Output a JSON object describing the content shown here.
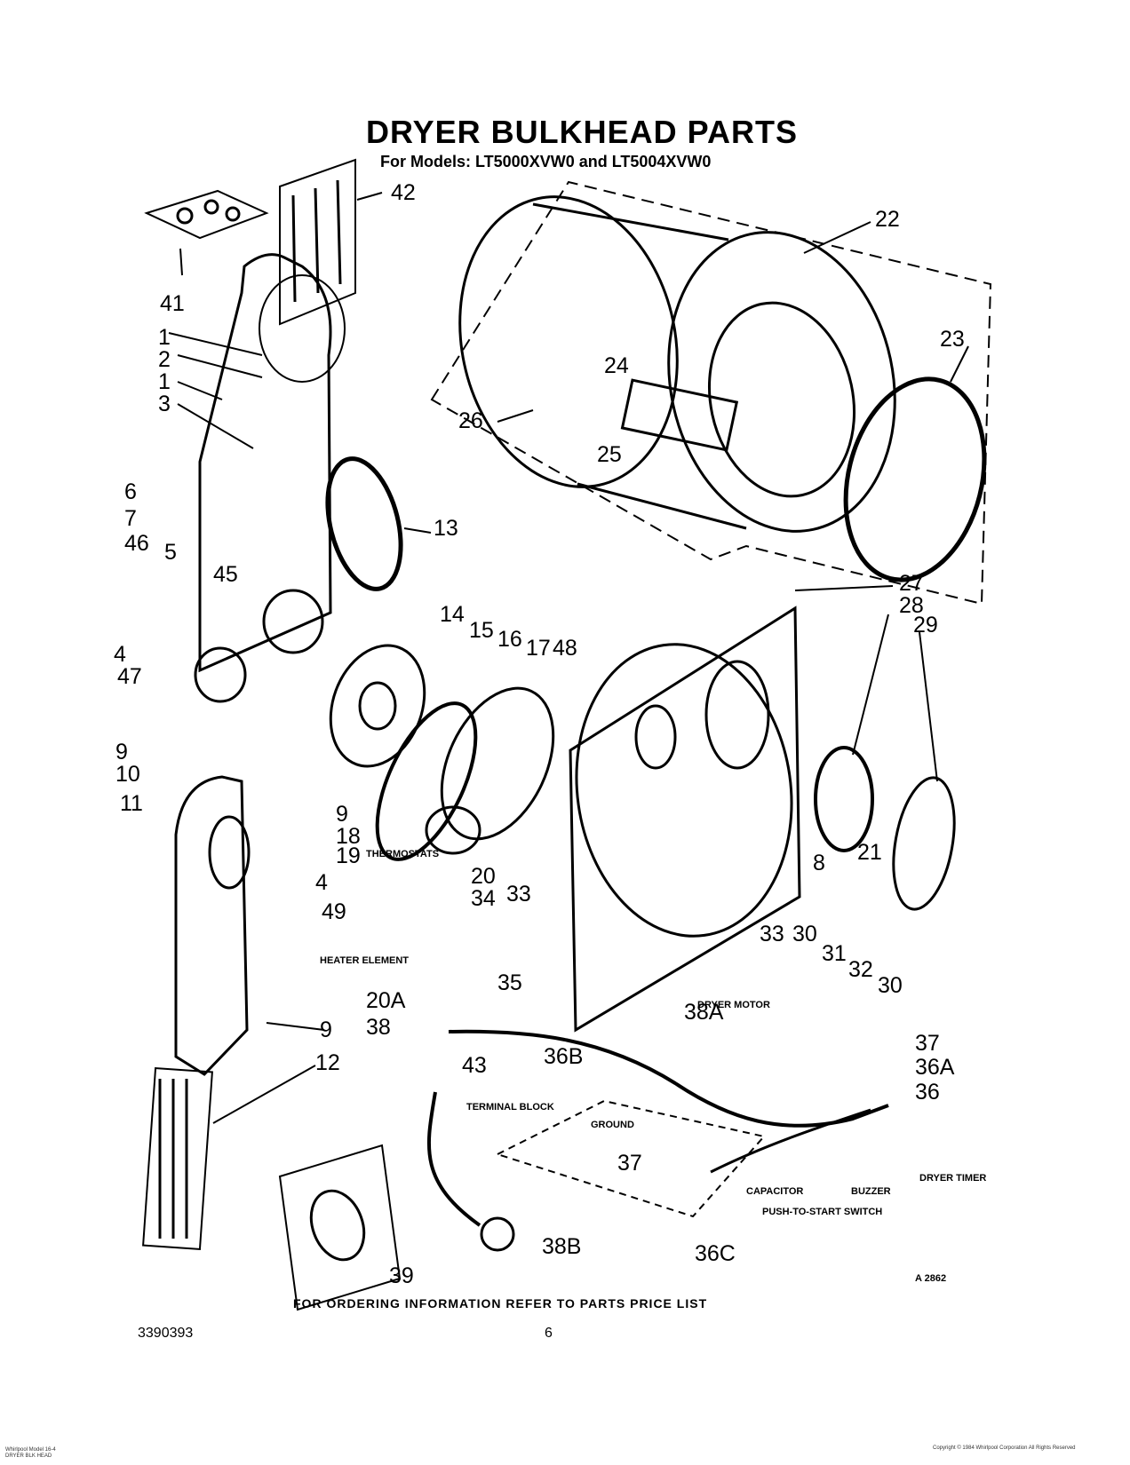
{
  "header": {
    "title": "DRYER BULKHEAD PARTS",
    "models": "For Models: LT5000XVW0 and LT5004XVW0"
  },
  "callouts": [
    "1",
    "2",
    "1",
    "3",
    "4",
    "5",
    "6",
    "7",
    "8",
    "9",
    "9",
    "9",
    "10",
    "11",
    "12",
    "13",
    "14",
    "15",
    "16",
    "17",
    "18",
    "19",
    "4",
    "20",
    "20A",
    "21",
    "22",
    "23",
    "24",
    "25",
    "26",
    "27",
    "28",
    "29",
    "30",
    "30",
    "31",
    "32",
    "33",
    "33",
    "34",
    "35",
    "36",
    "36A",
    "36B",
    "36C",
    "37",
    "37",
    "38",
    "38A",
    "38B",
    "39",
    "41",
    "42",
    "43",
    "45",
    "46",
    "47",
    "48",
    "49"
  ],
  "component_labels": {
    "thermostats": "THERMOSTATS",
    "heater_element": "HEATER ELEMENT",
    "dryer_motor": "DRYER MOTOR",
    "terminal_block": "TERMINAL BLOCK",
    "ground": "GROUND",
    "capacitor": "CAPACITOR",
    "buzzer": "BUZZER",
    "dryer_timer": "DRYER TIMER",
    "push_to_start": "PUSH-TO-START SWITCH"
  },
  "figure_code": "A 2862",
  "footer": {
    "ordering_note": "FOR ORDERING INFORMATION REFER TO PARTS PRICE LIST",
    "part_number": "3390393",
    "page_number": "6",
    "tiny_left": "Whirlpool Model 16-4 DRYER BLK HEAD",
    "tiny_right": "Copyright © 1984 Whirlpool Corporation All Rights Reserved"
  }
}
